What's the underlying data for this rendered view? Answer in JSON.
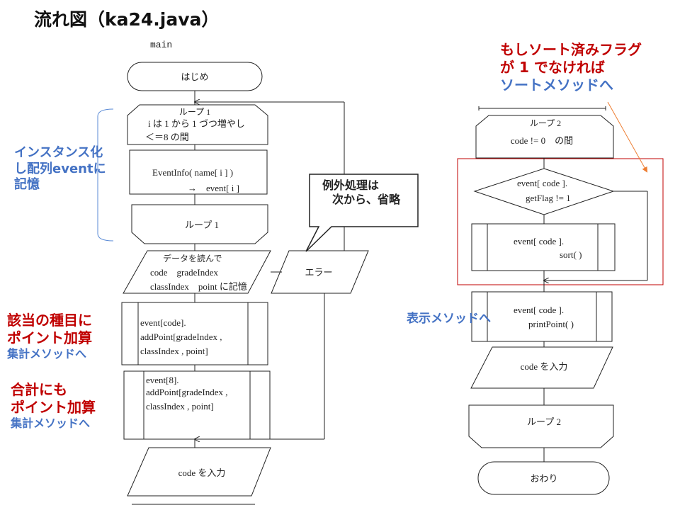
{
  "title": "流れ図（ka24.java）",
  "left": {
    "main_label": "main",
    "start": "はじめ",
    "loop1_header": [
      "ループ 1",
      "i は 1 から 1 づつ増やし",
      "＜＝8 の間"
    ],
    "instantiate": [
      "EventInfo( name[ i ] )",
      "→　event[ i ]"
    ],
    "loop1_footer": "ループ 1",
    "read_data": [
      "データを読んで",
      "code　gradeIndex",
      "classIndex　point に記憶"
    ],
    "error": "エラー",
    "add_point_1": [
      "event[code].",
      "addPoint[gradeIndex ,",
      "classIndex , point]"
    ],
    "add_point_8": [
      "event[8].",
      "addPoint[gradeIndex ,",
      "classIndex , point]"
    ],
    "input_code": "code を入力"
  },
  "right": {
    "loop2_header": [
      "ループ 2",
      "code != 0　の間"
    ],
    "decision": [
      "event[ code ].",
      "getFlag != 1"
    ],
    "sort": [
      "event[ code ].",
      "sort( )"
    ],
    "print": [
      "event[ code ].",
      "printPoint( )"
    ],
    "input_code": "code を入力",
    "loop2_footer": "ループ 2",
    "end": "おわり"
  },
  "annotations": {
    "instance_note": [
      "インスタンス化",
      "し配列eventに",
      "記憶"
    ],
    "exception_note": [
      "例外処理は",
      "次から、省略"
    ],
    "sort_note": {
      "red": [
        "もしソート済みフラグ",
        "が 1 でなければ"
      ],
      "blue": "ソートメソッドへ"
    },
    "display_note": "表示メソッドへ",
    "add_note_1": {
      "red": [
        "該当の種目に",
        "ポイント加算"
      ],
      "blue": "集計メソッドへ"
    },
    "add_note_2": {
      "red": [
        "合計にも",
        "ポイント加算"
      ],
      "blue": "集計メソッドへ"
    }
  },
  "colors": {
    "annotation_blue": "#4472c4",
    "annotation_red": "#c00000",
    "highlight_box": "#c00000",
    "arrow_orange": "#ed7d31"
  }
}
